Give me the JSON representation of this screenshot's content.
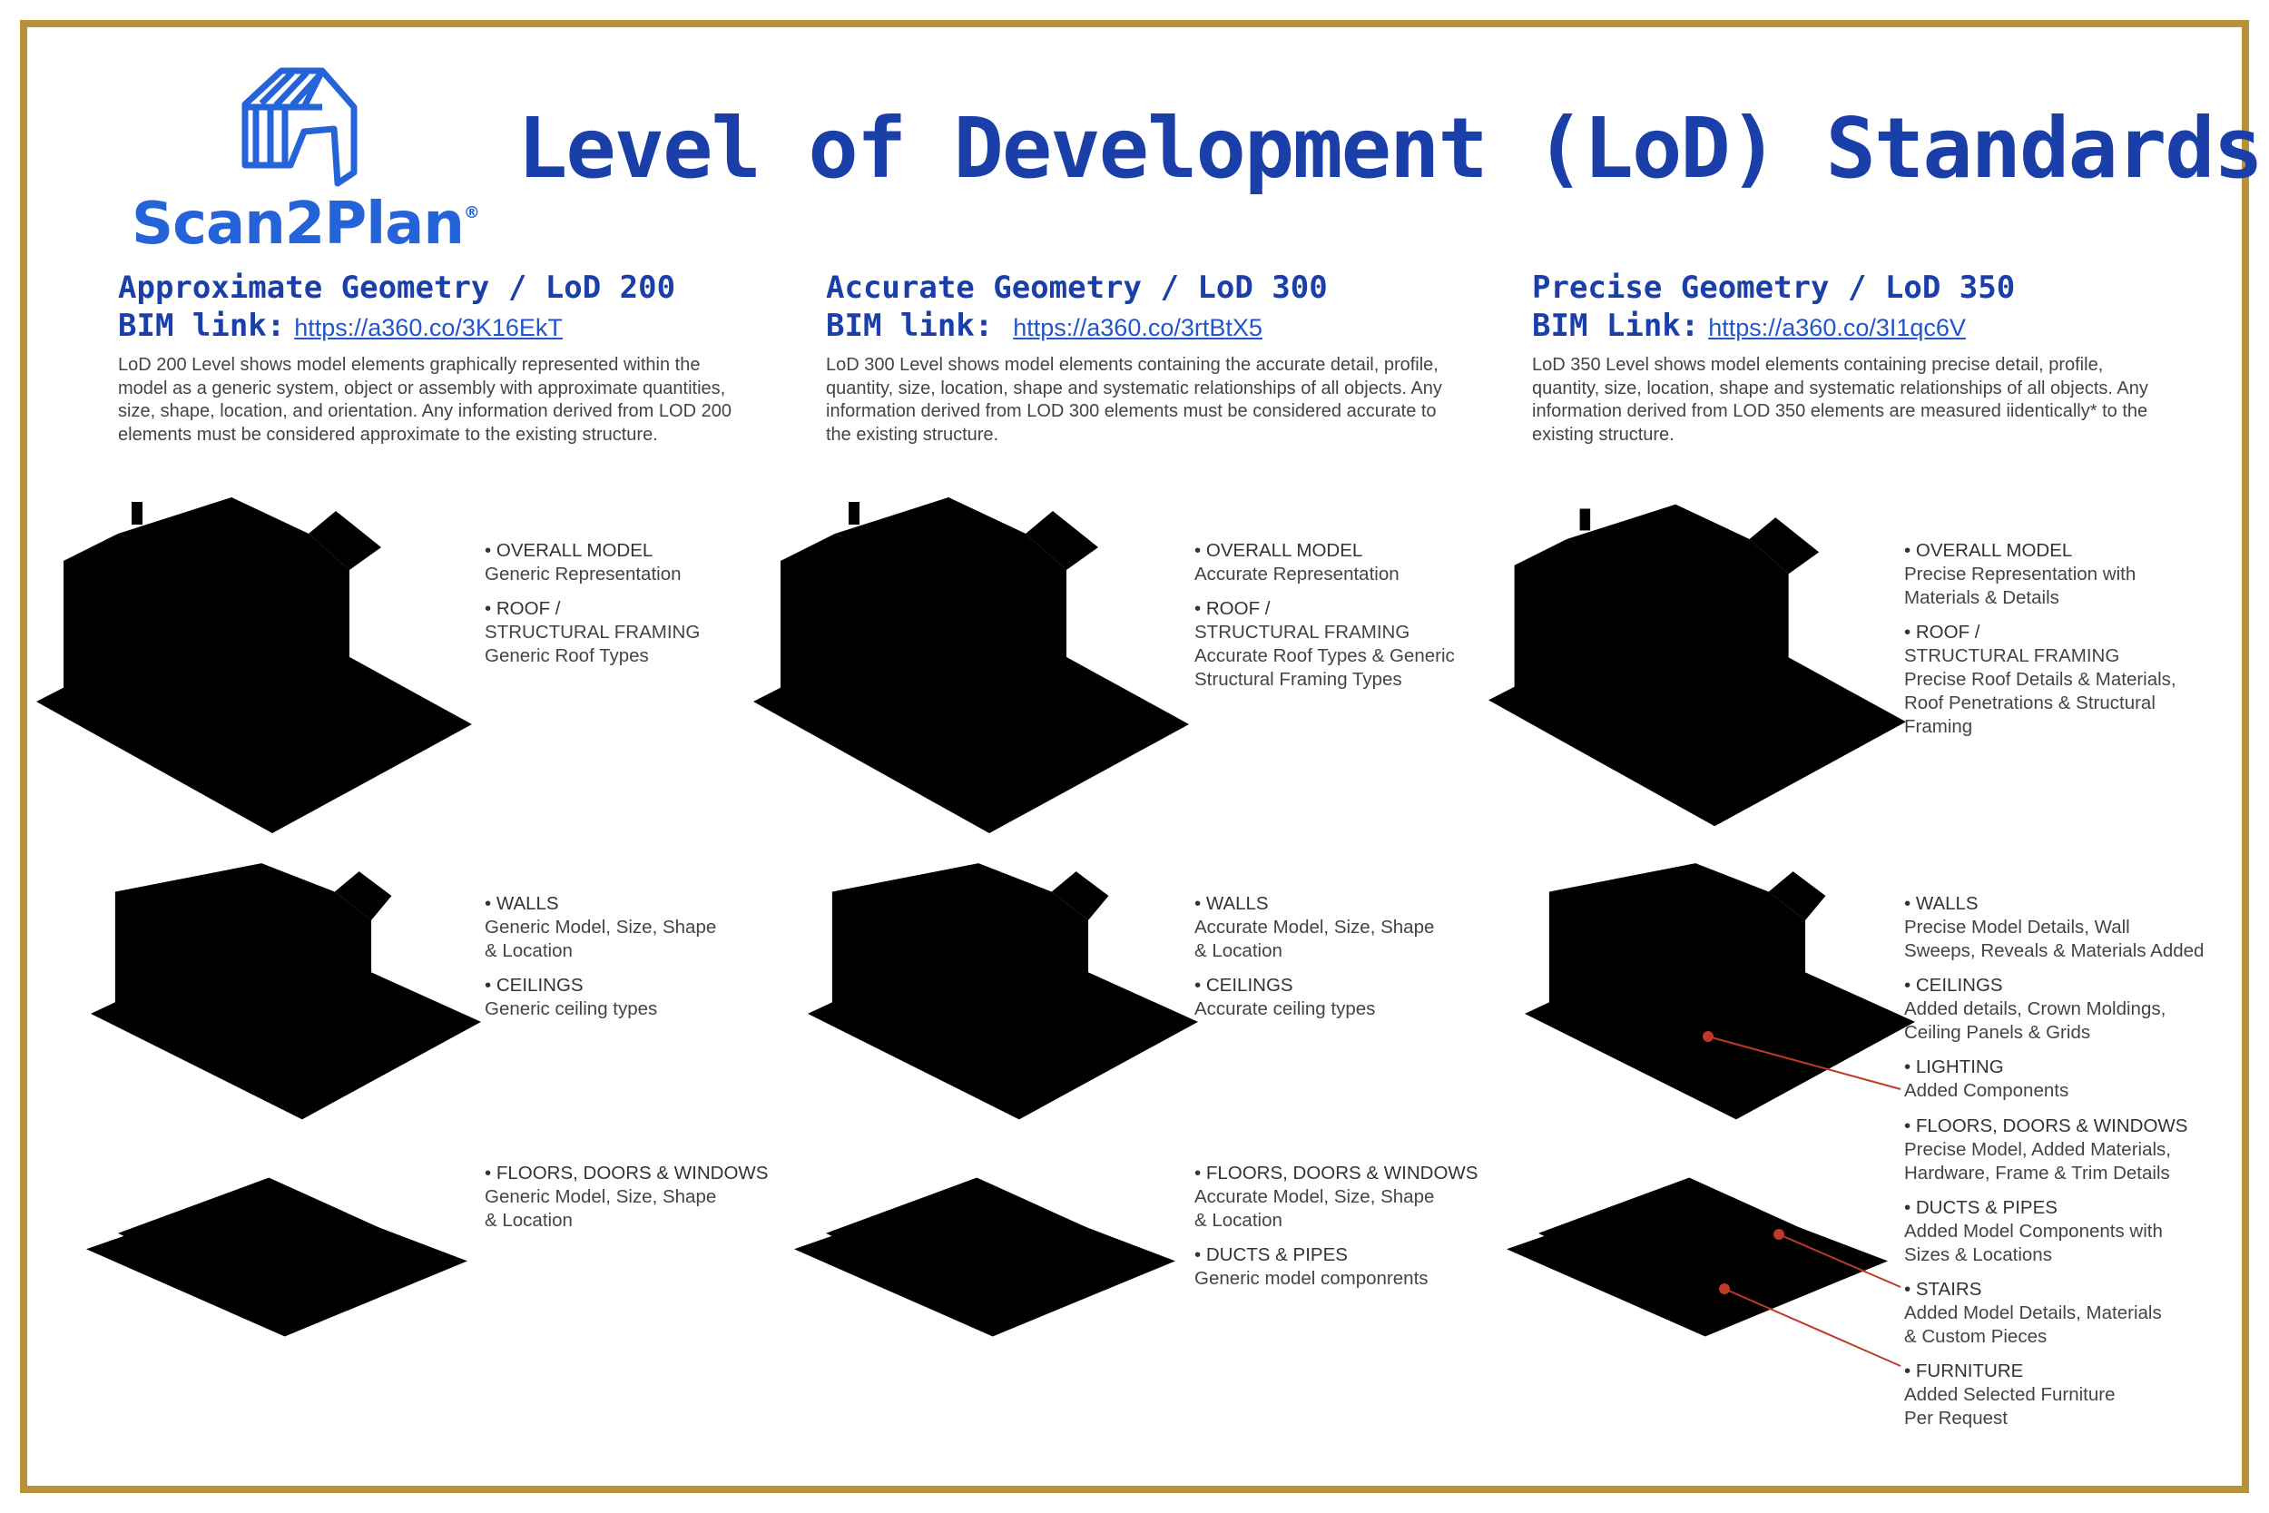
{
  "brand": {
    "name": "Scan2Plan",
    "registered": "®",
    "color": "#2563d8"
  },
  "title": "Level of Development (LoD) Standards",
  "colors": {
    "title": "#1a3fa8",
    "frame": "#b8913a",
    "link": "#2255cc"
  },
  "columns": [
    {
      "title": "Approximate Geometry / LoD 200",
      "bim_label": "BIM link:",
      "bim_url": "https://a360.co/3K16EkT",
      "description": "LoD 200 Level shows model elements graphically represented within the model as a generic system, object or assembly with approximate quantities, size, shape, location, and orientation. Any information derived from LOD 200 elements must be considered approximate to the existing structure.",
      "features": [
        {
          "heading": "• OVERALL MODEL",
          "details": [
            "Generic Representation"
          ]
        },
        {
          "heading": "• ROOF /",
          "details": [
            "STRUCTURAL FRAMING",
            "Generic Roof Types"
          ]
        },
        {
          "heading": "• WALLS",
          "details": [
            "Generic Model, Size, Shape",
            "& Location"
          ]
        },
        {
          "heading": "• CEILINGS",
          "details": [
            "Generic ceiling types"
          ]
        },
        {
          "heading": "• FLOORS, DOORS & WINDOWS",
          "details": [
            "Generic Model, Size, Shape",
            "& Location"
          ]
        }
      ]
    },
    {
      "title": "Accurate Geometry / LoD 300",
      "bim_label": "BIM link:",
      "bim_url": "https://a360.co/3rtBtX5",
      "description": "LoD 300 Level shows model elements containing the accurate detail, profile, quantity, size, location, shape and systematic relationships of all objects. Any information derived from LOD 300 elements must be considered accurate to the existing structure.",
      "features": [
        {
          "heading": "• OVERALL MODEL",
          "details": [
            "Accurate Representation"
          ]
        },
        {
          "heading": "• ROOF /",
          "details": [
            "STRUCTURAL FRAMING",
            "Accurate Roof Types & Generic",
            "Structural Framing Types"
          ]
        },
        {
          "heading": "• WALLS",
          "details": [
            "Accurate Model, Size, Shape",
            "& Location"
          ]
        },
        {
          "heading": "• CEILINGS",
          "details": [
            "Accurate ceiling types"
          ]
        },
        {
          "heading": "• FLOORS, DOORS & WINDOWS",
          "details": [
            "Accurate Model, Size, Shape",
            "& Location"
          ]
        },
        {
          "heading": "• DUCTS & PIPES",
          "details": [
            "Generic model componrents"
          ]
        }
      ]
    },
    {
      "title": "Precise Geometry / LoD 350",
      "bim_label": "BIM Link:",
      "bim_url": "https://a360.co/3I1qc6V",
      "description": "LoD 350 Level shows model elements containing precise detail, profile, quantity, size, location, shape and systematic relationships  of all objects. Any information derived from LOD 350 elements are measured iidentically* to the existing structure.",
      "features": [
        {
          "heading": "• OVERALL MODEL",
          "details": [
            "Precise Representation with",
            "Materials & Details"
          ]
        },
        {
          "heading": "• ROOF /",
          "details": [
            "STRUCTURAL FRAMING",
            "Precise Roof Details & Materials,",
            "Roof Penetrations & Structural",
            "Framing"
          ]
        },
        {
          "heading": "• WALLS",
          "details": [
            "Precise Model Details, Wall",
            "Sweeps, Reveals & Materials Added"
          ]
        },
        {
          "heading": "• CEILINGS",
          "details": [
            "Added details, Crown Moldings,",
            "Ceiling Panels & Grids"
          ]
        },
        {
          "heading": "• LIGHTING",
          "details": [
            "Added Components"
          ]
        },
        {
          "heading": "• FLOORS, DOORS & WINDOWS",
          "details": [
            "Precise Model, Added Materials,",
            "Hardware, Frame & Trim Details"
          ]
        },
        {
          "heading": "• DUCTS & PIPES",
          "details": [
            "Added Model Components with",
            "Sizes & Locations"
          ]
        },
        {
          "heading": "• STAIRS",
          "details": [
            "Added Model Details, Materials",
            "& Custom Pieces"
          ]
        },
        {
          "heading": "• FURNITURE",
          "details": [
            "Added Selected Furniture",
            "Per Request"
          ]
        }
      ]
    }
  ]
}
